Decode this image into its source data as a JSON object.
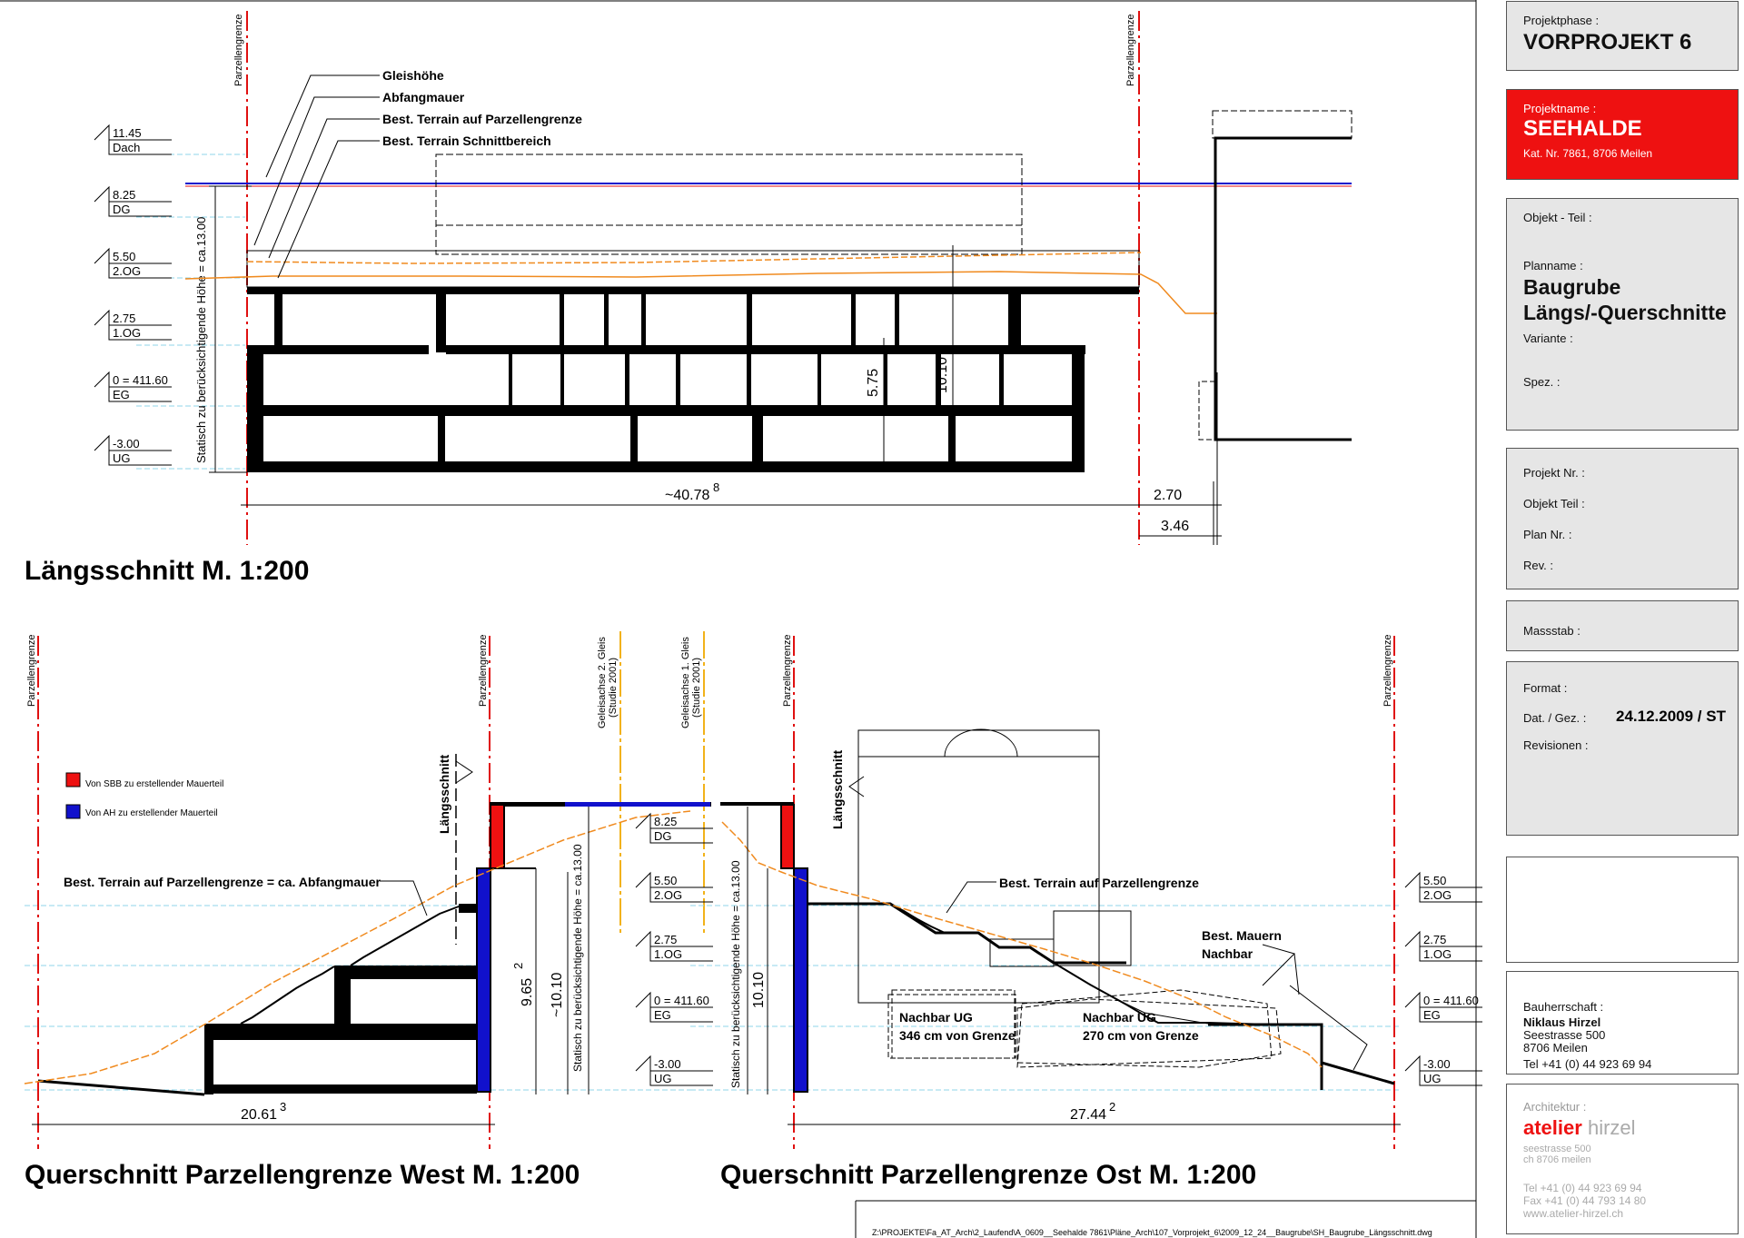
{
  "levels_top": [
    {
      "value": "11.45",
      "name": "Dach"
    },
    {
      "value": "8.25",
      "name": "DG"
    },
    {
      "value": "5.50",
      "name": "2.OG"
    },
    {
      "value": "2.75",
      "name": "1.OG"
    },
    {
      "value": "0 = 411.60",
      "name": "EG"
    },
    {
      "value": "-3.00",
      "name": "UG"
    }
  ],
  "levels_bottom": [
    {
      "value": "8.25",
      "name": "DG"
    },
    {
      "value": "5.50",
      "name": "2.OG"
    },
    {
      "value": "2.75",
      "name": "1.OG"
    },
    {
      "value": "0 = 411.60",
      "name": "EG"
    },
    {
      "value": "-3.00",
      "name": "UG"
    }
  ],
  "levels_right": [
    {
      "value": "5.50",
      "name": "2.OG"
    },
    {
      "value": "2.75",
      "name": "1.OG"
    },
    {
      "value": "0 = 411.60",
      "name": "EG"
    },
    {
      "value": "-3.00",
      "name": "UG"
    }
  ],
  "labels": {
    "parzellengrenze": "Parzellengrenze",
    "gleishoehe": "Gleishöhe",
    "abfangmauer": "Abfangmauer",
    "terrain_parzelle": "Best. Terrain auf Parzellengrenze",
    "terrain_schnitt": "Best. Terrain Schnittbereich",
    "hoehe_text": "Statisch zu berücksichtigende Höhe = ca.13.00",
    "laengsschnitt": "Längsschnitt",
    "gleis2_a": "Geleisachse 2. Gleis",
    "gleis2_b": "(Studie 2001)",
    "gleis1_a": "Geleisachse 1. Gleis",
    "gleis1_b": "(Studie 2001)",
    "legend_sbb": "Von SBB zu erstellender Mauerteil",
    "legend_ah": "Von AH zu erstellender Mauerteil",
    "terrain_west": "Best. Terrain auf Parzellengrenze = ca. Abfangmauer",
    "mauern_1": "Best. Mauern",
    "mauern_2": "Nachbar",
    "nachbar1_a": "Nachbar UG",
    "nachbar1_b": "346 cm von Grenze",
    "nachbar2_a": "Nachbar UG",
    "nachbar2_b": "270 cm von Grenze",
    "file_path": "Z:\\PROJEKTE\\Fa_AT_Arch\\2_Laufend\\A_0609__Seehalde 7861\\Pläne_Arch\\107_Vorprojekt_6\\2009_12_24__Baugrube\\SH_Baugrube_Längsschnitt.dwg"
  },
  "dims": {
    "d575": "5.75",
    "d1010": "10.10",
    "d4078": "~40.78",
    "d4078_sup": "8",
    "d270": "2.70",
    "d346": "3.46",
    "d965": "9.65",
    "d965_sup": "2",
    "d1010w": "~10.10",
    "d2061": "20.61",
    "d2061_sup": "3",
    "d1010o": "10.10",
    "d2744": "27.44",
    "d2744_sup": "2"
  },
  "titles": {
    "laengs": "Längsschnitt M. 1:200",
    "west": "Querschnitt Parzellengrenze West M. 1:200",
    "ost": "Querschnitt Parzellengrenze Ost M. 1:200"
  },
  "title_block": {
    "phase_label": "Projektphase :",
    "phase": "VORPROJEKT 6",
    "name_label": "Projektname :",
    "name": "SEEHALDE",
    "kat": "Kat. Nr. 7861, 8706 Meilen",
    "objekt_label": "Objekt - Teil :",
    "planname_label": "Planname :",
    "planname_1": "Baugrube",
    "planname_2": "Längs/-Querschnitte",
    "variante_label": "Variante :",
    "spez_label": "Spez. :",
    "projekt_nr_label": "Projekt Nr. :",
    "objekt_teil_label": "Objekt Teil :",
    "plan_nr_label": "Plan Nr. :",
    "rev_label": "Rev. :",
    "massstab_label": "Massstab :",
    "format_label": "Format :",
    "dat_label": "Dat. / Gez. :",
    "dat": "24.12.2009 / ST",
    "revisionen_label": "Revisionen :",
    "bauherr_label": "Bauherrschaft :",
    "bauherr_name": "Niklaus Hirzel",
    "bauherr_addr1": "Seestrasse 500",
    "bauherr_addr2": "8706 Meilen",
    "bauherr_tel": "Tel  +41 (0) 44 923 69 94",
    "arch_label": "Architektur :",
    "arch_1": "atelier",
    "arch_2": "hirzel",
    "arch_addr1": "seestrasse 500",
    "arch_addr2": "ch 8706 meilen",
    "arch_tel": "Tel    +41 (0) 44 923 69 94",
    "arch_fax": "Fax   +41 (0) 44 793 14 80",
    "arch_web": "www.atelier-hirzel.ch"
  },
  "colors": {
    "red": "#ee1111",
    "blue": "#1111cc",
    "orange": "#f08a1e",
    "yellow": "#f2b21a",
    "cyan": "#8fd6ea"
  }
}
